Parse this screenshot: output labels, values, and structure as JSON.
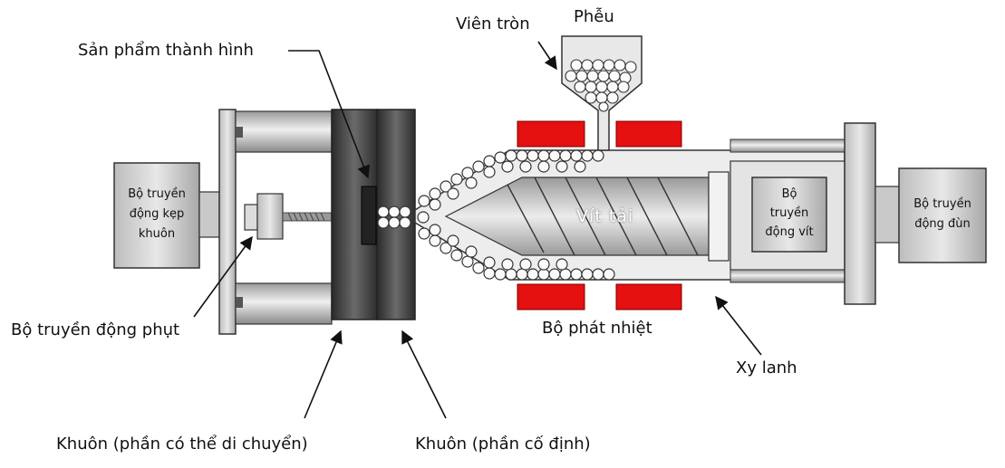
{
  "labels": {
    "vien_tron": "Viên tròn",
    "pheu": "Phễu",
    "san_pham": "Sản phẩm thành hình",
    "bo_truyen_dong_phut": "Bộ truyền động phụt",
    "bo_phat_nhiet": "Bộ phát nhiệt",
    "xy_lanh": "Xy lanh",
    "khuon_di_chuyen": "Khuôn (phần có thể di chuyển)",
    "khuon_co_dinh": "Khuôn (phần cố định)",
    "vit_tai": "Vít tải"
  },
  "boxes": {
    "kep_khuon": [
      "Bộ truyền",
      "động kẹp",
      "khuôn"
    ],
    "vit": [
      "Bộ",
      "truyền",
      "động vít"
    ],
    "dun": [
      "Bộ truyền",
      "động đùn"
    ]
  },
  "colors": {
    "heater": "#e51010",
    "dark_metal": "#3a3a3a",
    "light_metal": "#d8d8d8",
    "mid_metal": "#a8a8a8"
  }
}
